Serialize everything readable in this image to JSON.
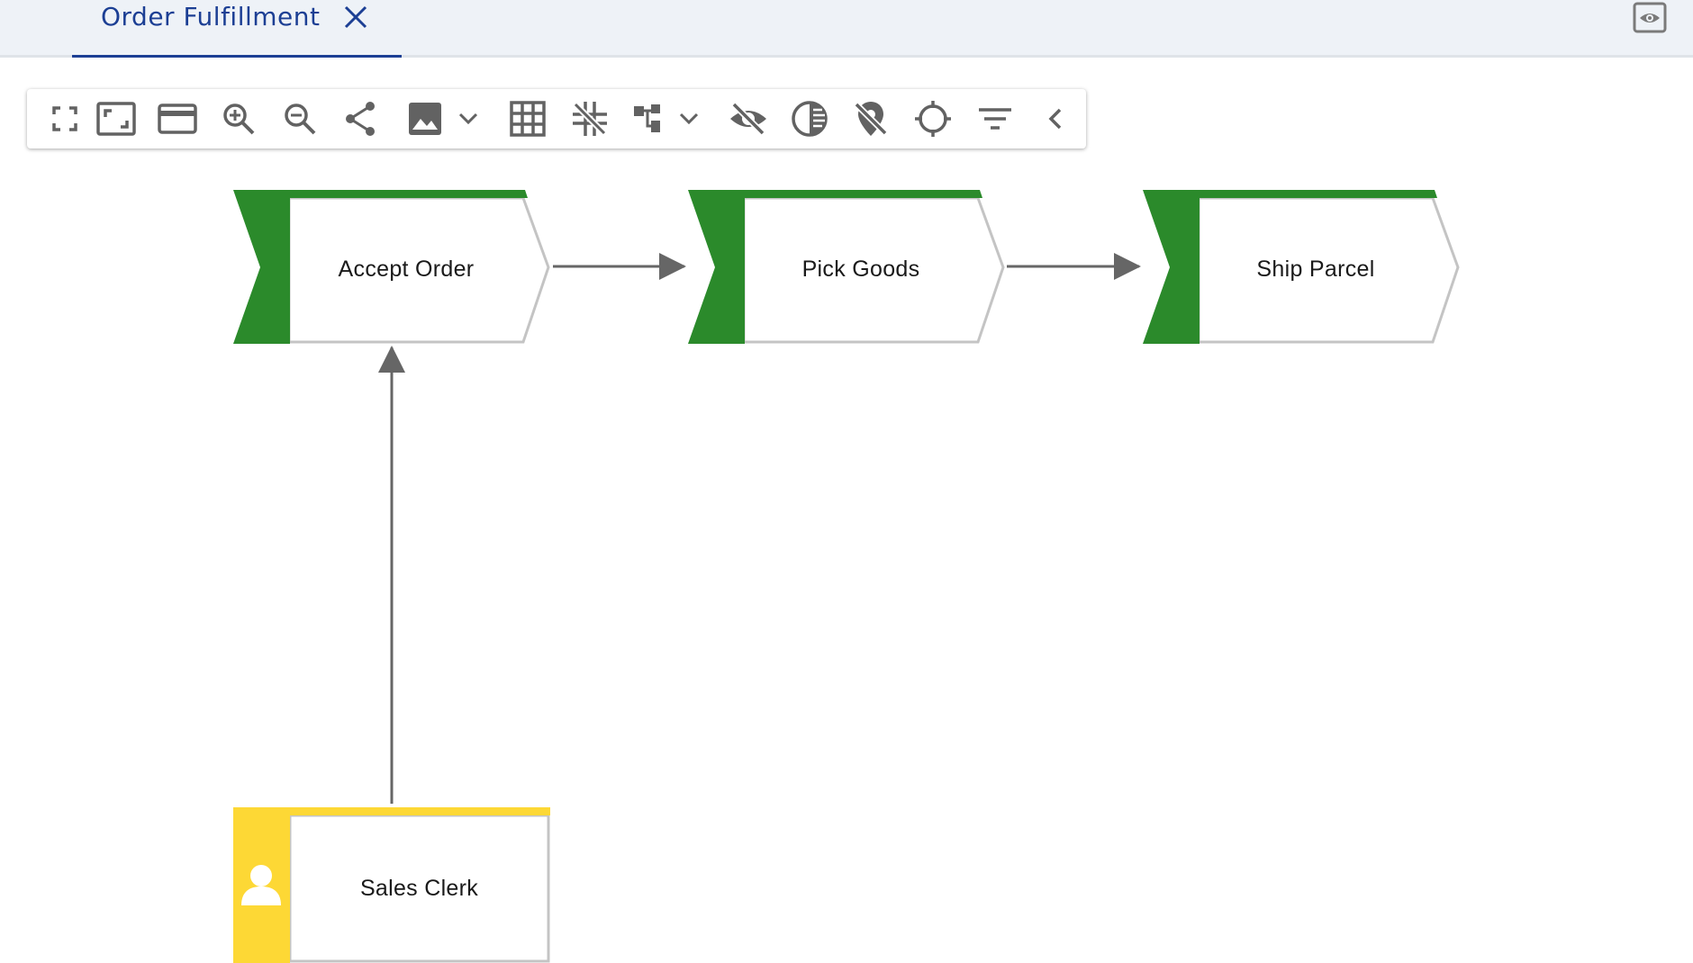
{
  "tab": {
    "title": "Order Fulfillment",
    "close_icon": "close-icon"
  },
  "header": {
    "view_icon": "eye-icon"
  },
  "toolbar": {
    "icons": [
      "fullscreen-icon",
      "fit-to-window-icon",
      "card-view-icon",
      "zoom-in-icon",
      "zoom-out-icon",
      "share-icon",
      "image-export-icon",
      "chevron-down-icon",
      "grid-icon",
      "snap-icon",
      "layout-icon",
      "chevron-down-icon",
      "hide-icon",
      "contrast-icon",
      "location-off-icon",
      "crosshair-icon",
      "filter-icon",
      "chevron-left-icon"
    ]
  },
  "diagram": {
    "functions": [
      {
        "label": "Accept Order"
      },
      {
        "label": "Pick Goods"
      },
      {
        "label": "Ship Parcel"
      }
    ],
    "role": {
      "label": "Sales Clerk",
      "icon": "person-icon"
    },
    "colors": {
      "function_accent": "#2b8a2b",
      "role_accent": "#fdd835",
      "connector": "#666666",
      "border": "#c4c4c4",
      "tab_text": "#1c3f94"
    }
  }
}
